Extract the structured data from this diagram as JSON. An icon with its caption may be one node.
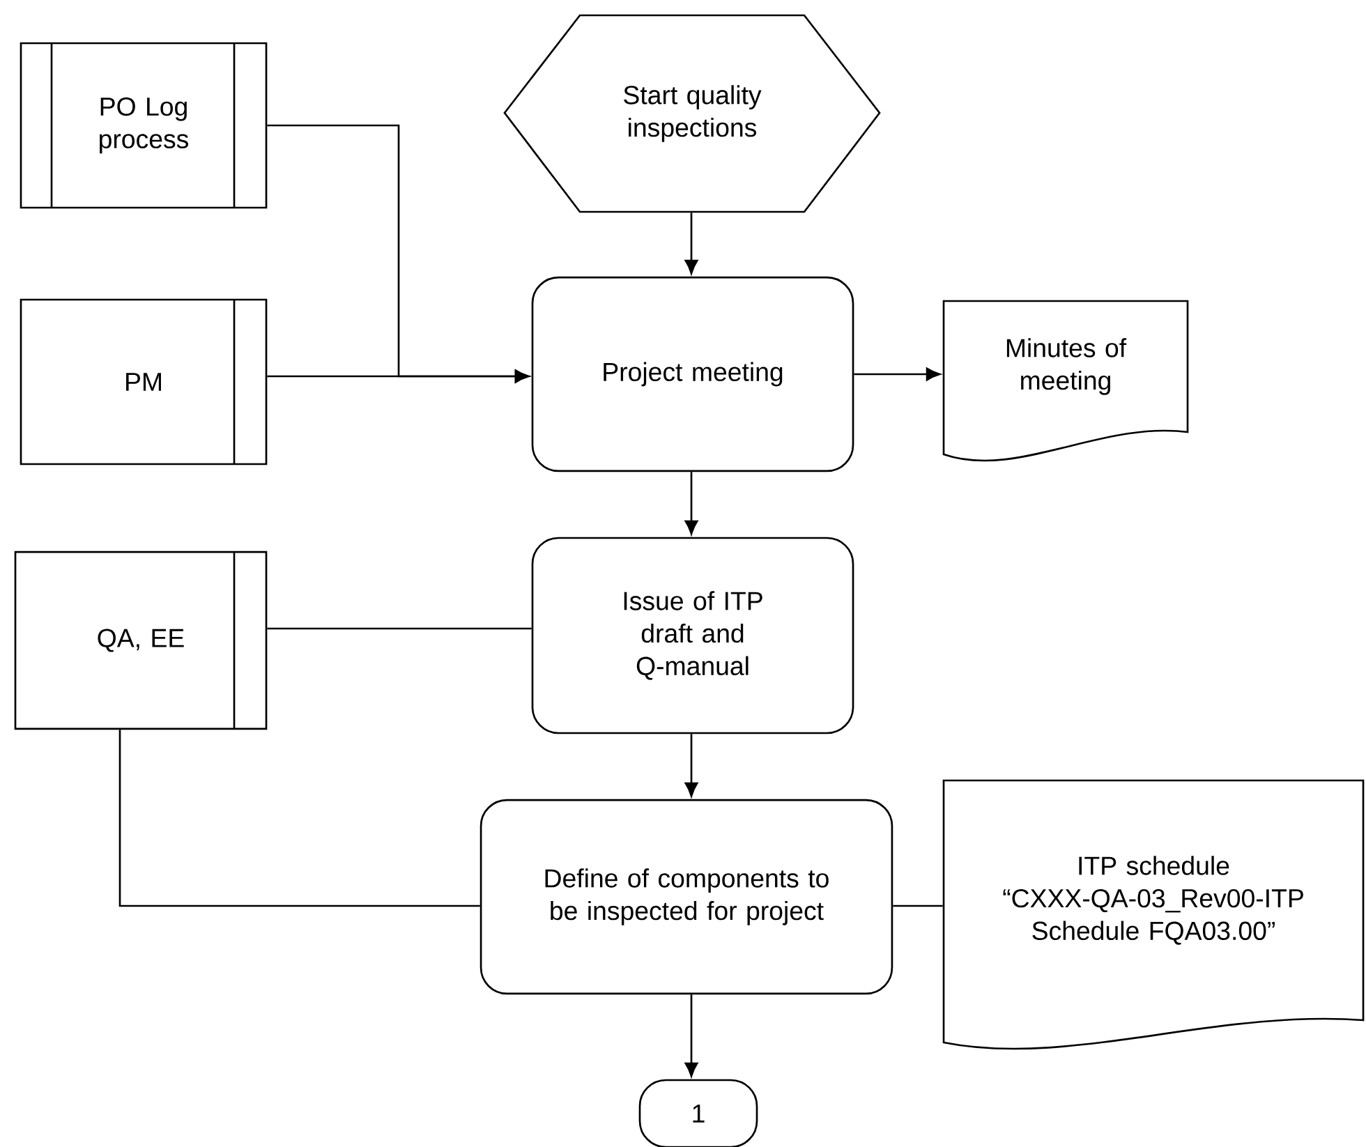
{
  "diagram": {
    "nodes": [
      {
        "text": [
          "PO Log process"
        ]
      },
      {
        "text": [
          "Start quality inspections"
        ]
      },
      {
        "text": [
          "PM"
        ]
      },
      {
        "text": [
          "Project meeting"
        ]
      },
      {
        "text": [
          "Minutes of meeting"
        ]
      },
      {
        "text": [
          "QA, EE"
        ]
      },
      {
        "text": [
          "Issue of ITP draft and Q-manual"
        ]
      },
      {
        "text": [
          "Define of components to be inspected for project"
        ]
      },
      {
        "text": [
          "ITP schedule “CXXX-QA-03_Rev00-ITP Schedule FQA03.00”"
        ]
      },
      {
        "text": [
          "1"
        ]
      }
    ],
    "edges": [
      {
        "from": 0,
        "to": 3,
        "arrow": "to"
      },
      {
        "from": 2,
        "to": 3,
        "arrow": "to"
      },
      {
        "from": 1,
        "to": 3,
        "arrow": "to"
      },
      {
        "from": 3,
        "to": 4,
        "arrow": "to"
      },
      {
        "from": 3,
        "to": 6,
        "arrow": "to"
      },
      {
        "from": 5,
        "to": 6,
        "arrow": "none"
      },
      {
        "from": 6,
        "to": 7,
        "arrow": "to"
      },
      {
        "from": 5,
        "to": 7,
        "arrow": "none"
      },
      {
        "from": 7,
        "to": 8,
        "arrow": "none"
      },
      {
        "from": 7,
        "to": 9,
        "arrow": "to"
      }
    ]
  }
}
